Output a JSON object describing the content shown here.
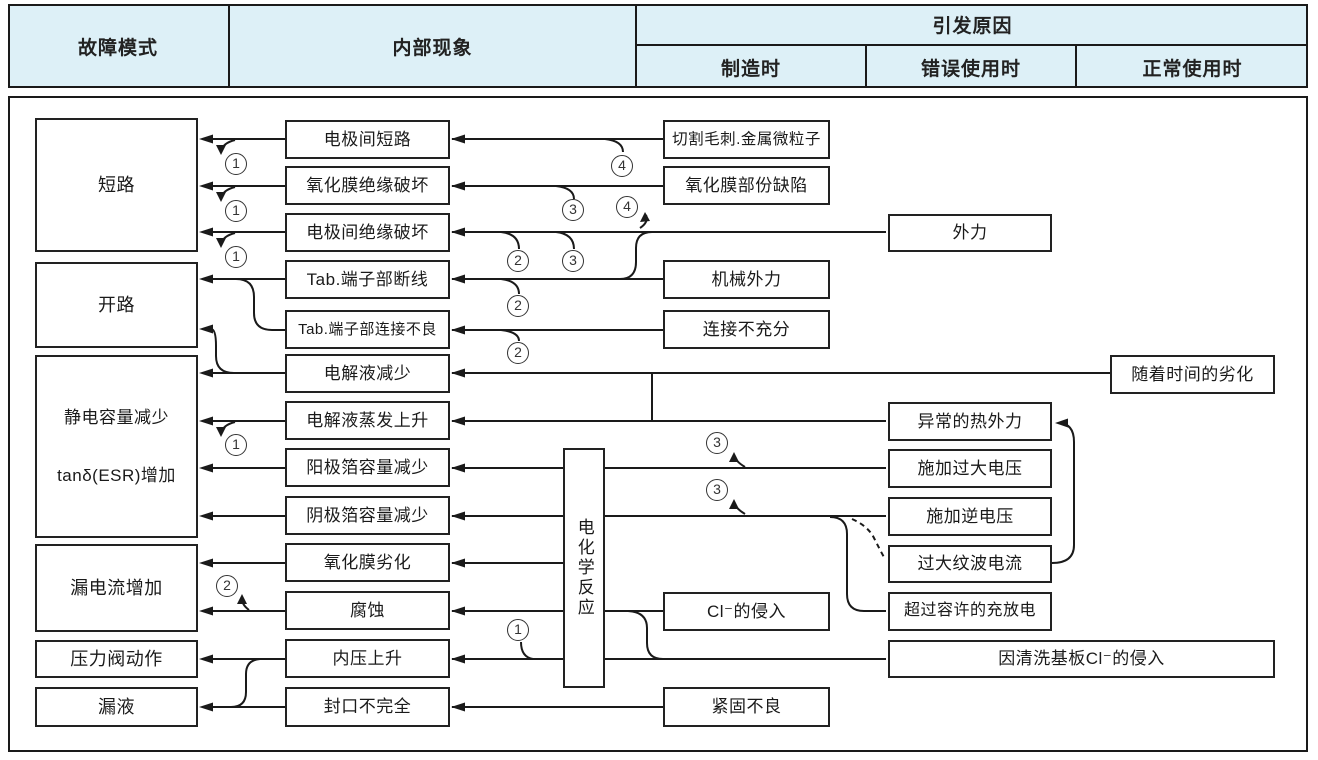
{
  "header": {
    "failure_mode": "故障模式",
    "internal_phenomenon": "内部现象",
    "cause": "引发原因",
    "cause_sub": {
      "manufacturing": "制造时",
      "misuse": "错误使用时",
      "normal_use": "正常使用时"
    }
  },
  "nodes": {
    "short_circuit": {
      "label": "短路"
    },
    "open_circuit": {
      "label": "开路"
    },
    "cap_line1": {
      "label": "静电容量减少"
    },
    "cap_line2": {
      "label": "tanδ(ESR)增加"
    },
    "leakage_current": {
      "label": "漏电流增加"
    },
    "pressure_valve": {
      "label": "压力阀动作"
    },
    "liquid_leakage": {
      "label": "漏液"
    },
    "electrode_short": {
      "label": "电极间短路"
    },
    "oxide_ins_break": {
      "label": "氧化膜绝缘破坏"
    },
    "electrode_ins_break": {
      "label": "电极间绝缘破坏"
    },
    "tab_break": {
      "label": "Tab.端子部断线"
    },
    "tab_conn_poor": {
      "label": "Tab.端子部连接不良"
    },
    "electrolyte_decrease": {
      "label": "电解液减少"
    },
    "electrolyte_evap": {
      "label": "电解液蒸发上升"
    },
    "anode_foil": {
      "label": "阳极箔容量减少"
    },
    "cathode_foil": {
      "label": "阴极箔容量减少"
    },
    "oxide_degradation": {
      "label": "氧化膜劣化"
    },
    "corrosion": {
      "label": "腐蚀"
    },
    "pressure_rise": {
      "label": "内压上升"
    },
    "sealing_incomplete": {
      "label": "封口不完全"
    },
    "electrochem": {
      "label": "电化学反应"
    },
    "cutting_burr": {
      "label": "切割毛刺.金属微粒子"
    },
    "oxide_defect": {
      "label": "氧化膜部份缺陷"
    },
    "mech_force": {
      "label": "机械外力"
    },
    "conn_insufficient": {
      "label": "连接不充分"
    },
    "cl_intrusion": {
      "label": "Cl⁻的侵入"
    },
    "fastening_poor": {
      "label": "紧固不良"
    },
    "external_force": {
      "label": "外力"
    },
    "abnormal_heat": {
      "label": "异常的热外力"
    },
    "overvoltage": {
      "label": "施加过大电压"
    },
    "reverse_voltage": {
      "label": "施加逆电压"
    },
    "ripple_current": {
      "label": "过大纹波电流"
    },
    "excessive_charge": {
      "label": "超过容许的充放电"
    },
    "board_cleaning_cl": {
      "label": "因清洗基板Cl⁻的侵入"
    },
    "aging": {
      "label": "随着时间的劣化"
    }
  },
  "circles": [
    "1",
    "1",
    "1",
    "1",
    "1",
    "2",
    "2",
    "2",
    "2",
    "3",
    "3",
    "3",
    "3",
    "4",
    "4"
  ],
  "colors": {
    "line": "#1a1a1a",
    "header_bg": "#ddf0f7",
    "box_bg": "#ffffff"
  }
}
